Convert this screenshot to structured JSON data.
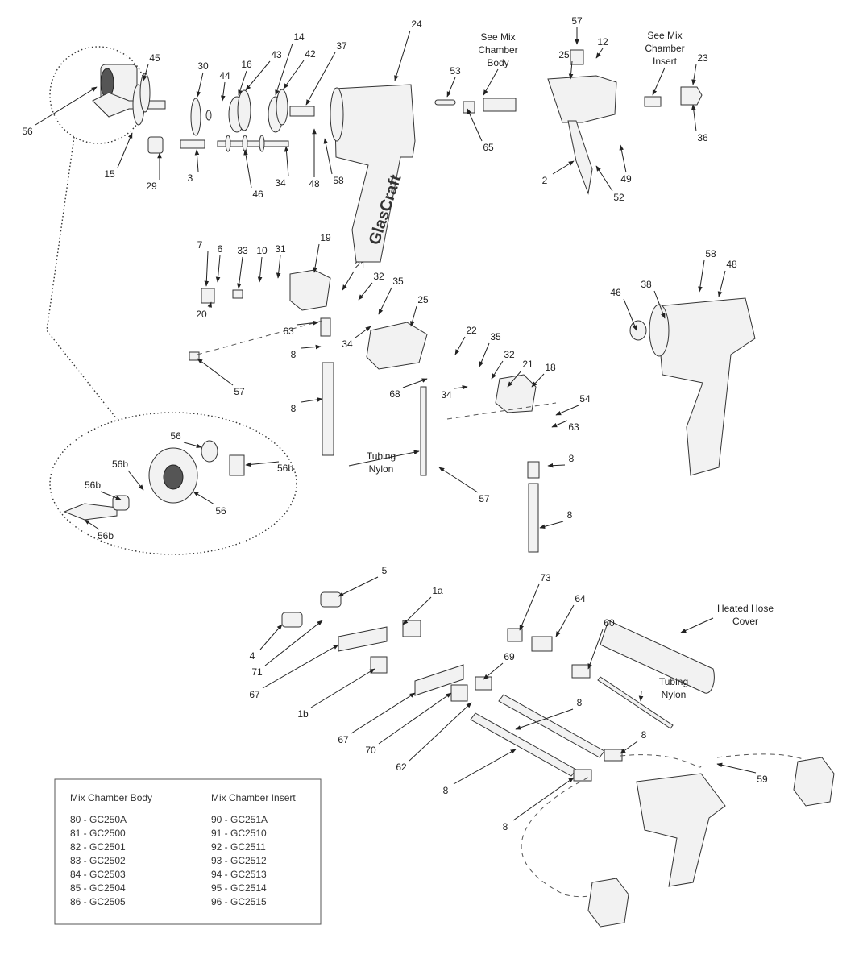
{
  "labels": {
    "top": [
      "24",
      "57",
      "12",
      "23",
      "45",
      "30",
      "44",
      "16",
      "43",
      "14",
      "42",
      "37",
      "53",
      "25",
      "56",
      "15",
      "29",
      "3",
      "46",
      "34",
      "48",
      "58",
      "65",
      "36",
      "49",
      "2",
      "52"
    ],
    "see_body": [
      "See Mix",
      "Chamber",
      "Body"
    ],
    "see_insert": [
      "See Mix",
      "Chamber",
      "Insert"
    ],
    "middle": [
      "7",
      "6",
      "33",
      "10",
      "31",
      "19",
      "21",
      "32",
      "35",
      "25",
      "20",
      "63",
      "8",
      "34",
      "57",
      "8",
      "22",
      "35",
      "32",
      "21",
      "18",
      "34",
      "68",
      "54",
      "63",
      "8",
      "57",
      "8"
    ],
    "tubing_nylon_mid": [
      "Tubing",
      "Nylon"
    ],
    "right_gun": [
      "58",
      "48",
      "46",
      "38"
    ],
    "detail": [
      "56",
      "56b",
      "56b",
      "56",
      "56b",
      "56b"
    ],
    "bottom": [
      "5",
      "1a",
      "73",
      "64",
      "4",
      "71",
      "67",
      "1b",
      "69",
      "60",
      "8",
      "8",
      "67",
      "70",
      "62",
      "59",
      "8",
      "8"
    ],
    "heated_hose_cover": [
      "Heated Hose",
      "Cover"
    ],
    "tubing_nylon_bottom": [
      "Tubing",
      "Nylon"
    ],
    "gun_brand": "GlasCraft"
  },
  "table": {
    "body_header": "Mix Chamber Body",
    "insert_header": "Mix Chamber Insert",
    "body": [
      "80 - GC250A",
      "81 - GC2500",
      "82 - GC2501",
      "83 - GC2502",
      "84 - GC2503",
      "85 - GC2504",
      "86 - GC2505"
    ],
    "insert": [
      "90 - GC251A",
      "91 - GC2510",
      "92 - GC2511",
      "93 - GC2512",
      "94 - GC2513",
      "95 - GC2514",
      "96 - GC2515"
    ]
  }
}
